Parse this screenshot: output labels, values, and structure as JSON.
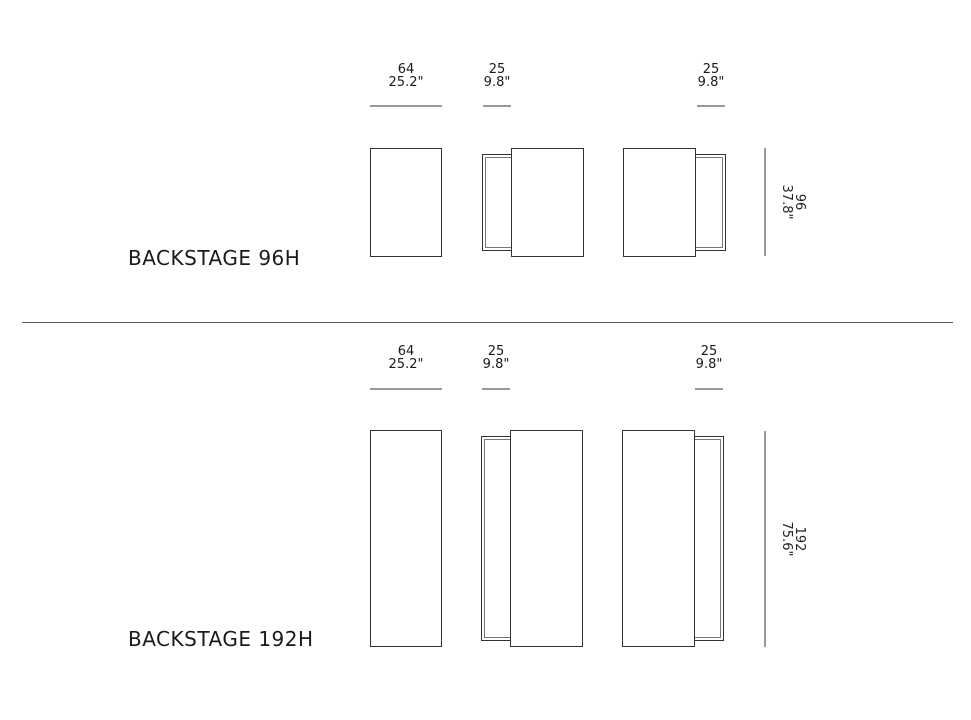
{
  "sections": [
    {
      "title": "BACKSTAGE 96H",
      "dims": [
        {
          "metric": "64",
          "imperial": "25.2\""
        },
        {
          "metric": "25",
          "imperial": "9.8\""
        },
        {
          "metric": "25",
          "imperial": "9.8\""
        }
      ],
      "height": {
        "metric": "96",
        "imperial": "37.8\""
      }
    },
    {
      "title": "BACKSTAGE 192H",
      "dims": [
        {
          "metric": "64",
          "imperial": "25.2\""
        },
        {
          "metric": "25",
          "imperial": "9.8\""
        },
        {
          "metric": "25",
          "imperial": "9.8\""
        }
      ],
      "height": {
        "metric": "192",
        "imperial": "75.6\""
      }
    }
  ],
  "colors": {
    "line": "#333333",
    "thin": "#555555"
  }
}
